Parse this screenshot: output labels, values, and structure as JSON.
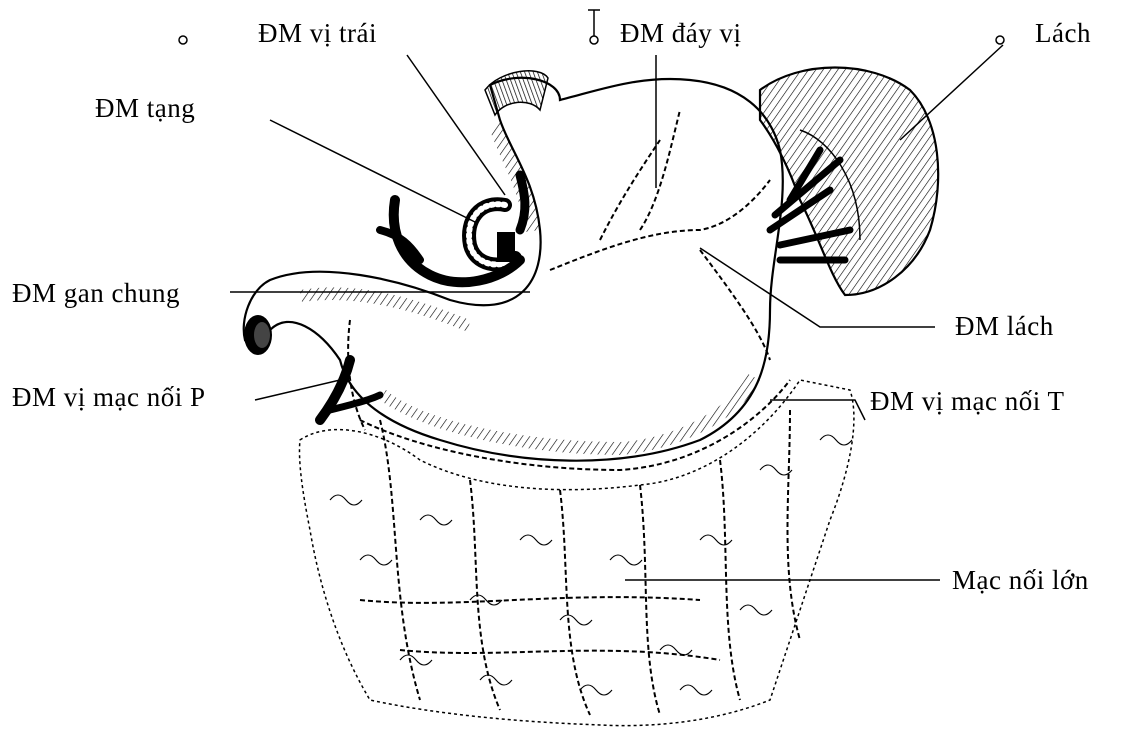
{
  "labels": {
    "dm_vi_trai": "ĐM vị trái",
    "dm_day_vi": "ĐM đáy vị",
    "lach": "Lách",
    "dm_tang": "ĐM tạng",
    "dm_gan_chung": "ĐM gan chung",
    "dm_lach": "ĐM lách",
    "dm_vi_mac_noi_p": "ĐM vị mạc nối P",
    "dm_vi_mac_noi_t": "ĐM vị mạc nối T",
    "mac_noi_lon": "Mạc nối lớn"
  },
  "colors": {
    "ink": "#000000",
    "paper": "#ffffff"
  }
}
